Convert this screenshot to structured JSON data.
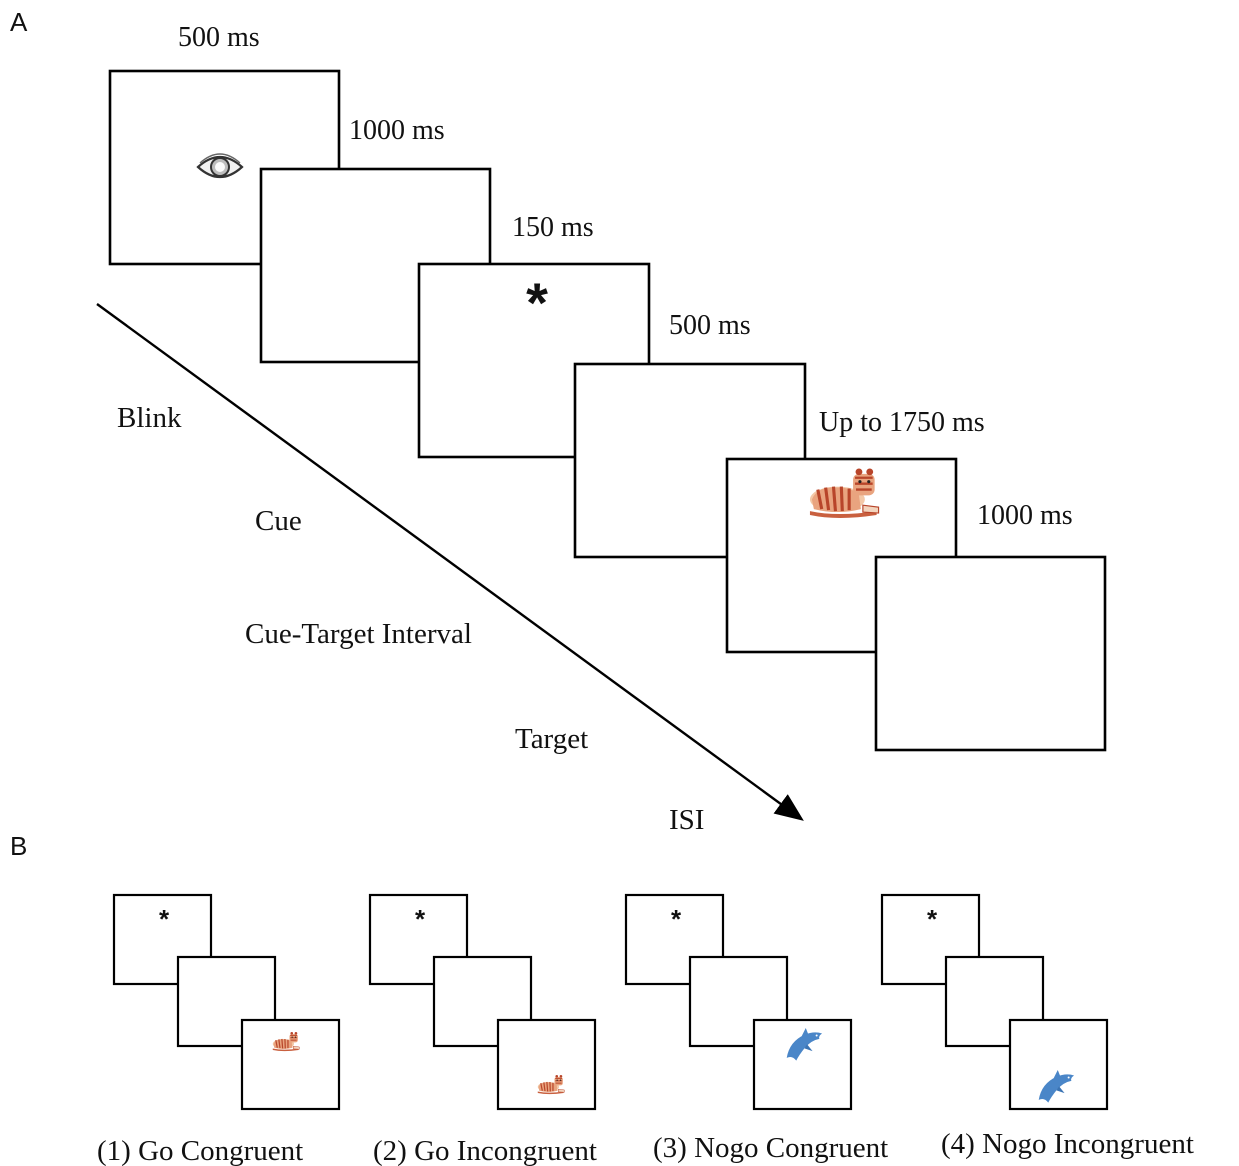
{
  "panel_a": {
    "label": "A",
    "durations": [
      "500 ms",
      "1000 ms",
      "150 ms",
      "500 ms",
      "Up to 1750 ms",
      "1000 ms"
    ],
    "stages": [
      "Blink",
      "Cue",
      "Cue-Target Interval",
      "Target",
      "ISI"
    ],
    "icons": [
      "eye-icon",
      "asterisk-icon",
      "tiger-icon"
    ]
  },
  "panel_b": {
    "label": "B",
    "conditions": [
      {
        "caption": "(1) Go Congruent",
        "target_icon": "tiger-icon",
        "target_position": "top"
      },
      {
        "caption": "(2) Go Incongruent",
        "target_icon": "tiger-icon",
        "target_position": "bottom"
      },
      {
        "caption": "(3) Nogo Congruent",
        "target_icon": "dolphin-icon",
        "target_position": "top"
      },
      {
        "caption": "(4) Nogo Incongruent",
        "target_icon": "dolphin-icon",
        "target_position": "bottom"
      }
    ]
  },
  "colors": {
    "tiger_stripe": "#b8452a",
    "tiger_fur": "#e8a27a",
    "dolphin": "#4a86c8"
  }
}
